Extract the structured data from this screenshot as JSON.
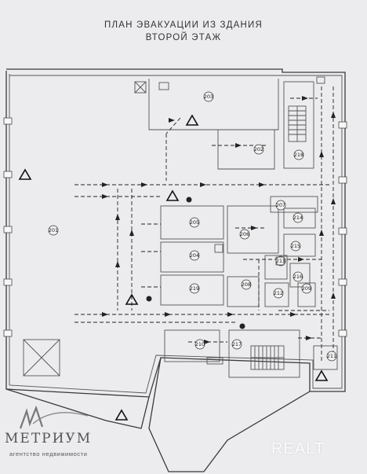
{
  "title": {
    "line1": "ПЛАН ЭВАКУАЦИИ ИЗ ЗДАНИЯ",
    "line2": "ВТОРОЙ ЭТАЖ"
  },
  "rooms": [
    {
      "id": "r201",
      "number": "201"
    },
    {
      "id": "r202",
      "number": "202"
    },
    {
      "id": "r203",
      "number": "203"
    },
    {
      "id": "r204",
      "number": "204"
    },
    {
      "id": "r205",
      "number": "205"
    },
    {
      "id": "r206",
      "number": "206"
    },
    {
      "id": "r207",
      "number": "207"
    },
    {
      "id": "r208",
      "number": "208"
    },
    {
      "id": "r209",
      "number": "209"
    },
    {
      "id": "r210",
      "number": "210"
    },
    {
      "id": "r211",
      "number": "211"
    },
    {
      "id": "r212",
      "number": "212"
    },
    {
      "id": "r213",
      "number": "213"
    },
    {
      "id": "r214",
      "number": "214"
    },
    {
      "id": "r215",
      "number": "215"
    },
    {
      "id": "r216",
      "number": "216"
    },
    {
      "id": "r217",
      "number": "217"
    },
    {
      "id": "r218",
      "number": "218"
    },
    {
      "id": "r219",
      "number": "219"
    }
  ],
  "logo": {
    "name": "МЕТРИУМ",
    "tagline": "агентство недвижимости"
  },
  "watermark": "REALT",
  "colors": {
    "background": "#ececee",
    "lines": "#2a2a2a",
    "logo": "#555555"
  }
}
